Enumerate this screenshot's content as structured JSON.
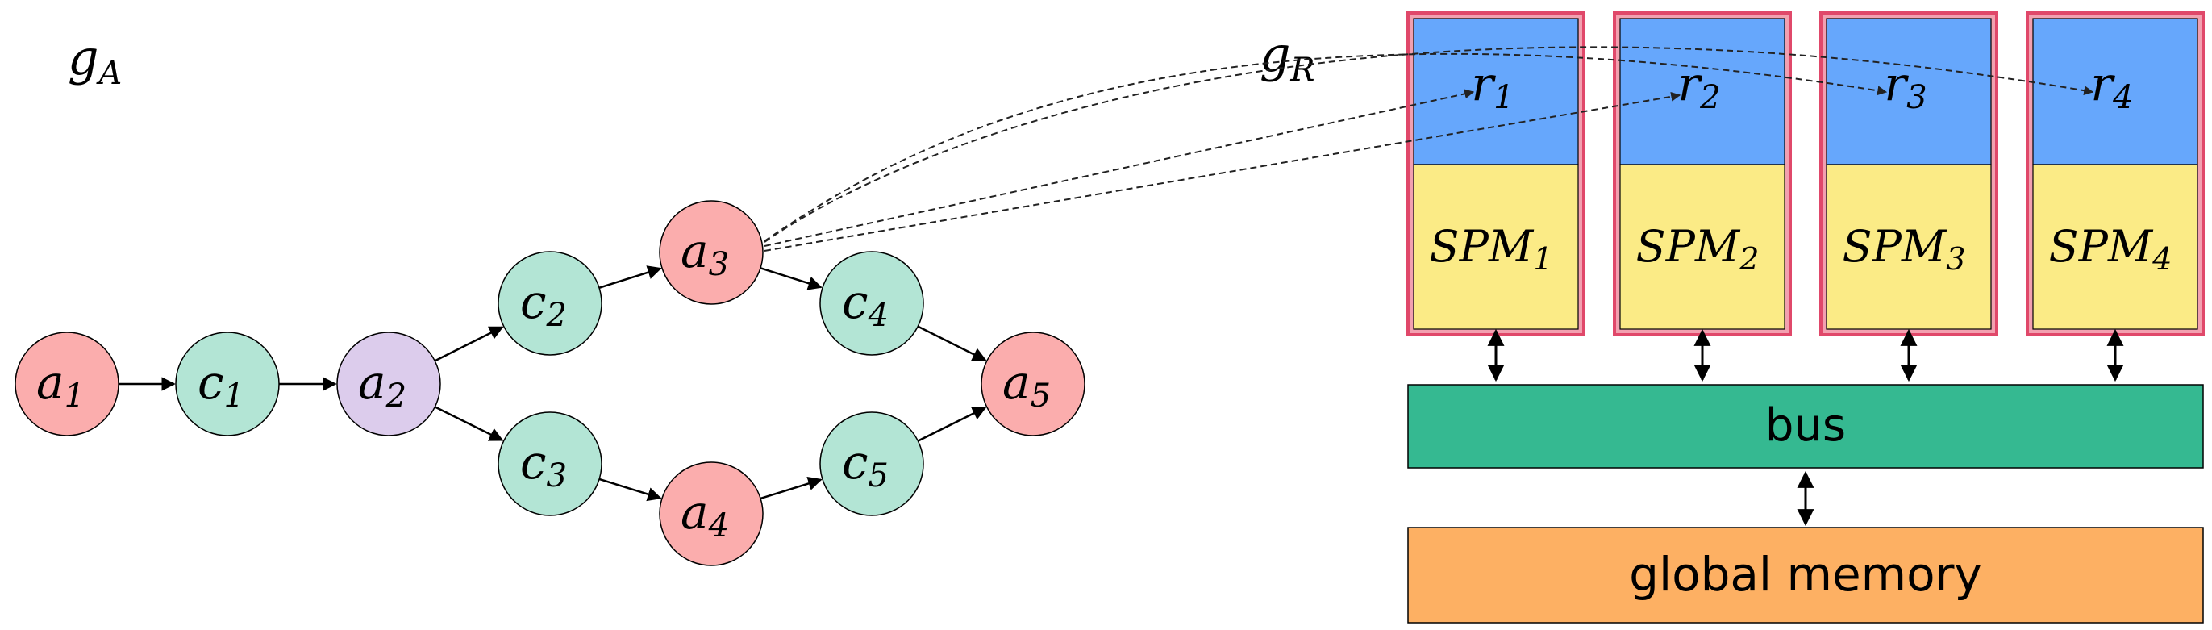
{
  "graph_app": {
    "label": "g",
    "label_sub": "A",
    "nodes": [
      {
        "id": "a1",
        "name": "a",
        "sub": "1",
        "kind": "actor",
        "fill": "#FBADAD"
      },
      {
        "id": "c1",
        "name": "c",
        "sub": "1",
        "kind": "channel",
        "fill": "#B3E5D5"
      },
      {
        "id": "a2",
        "name": "a",
        "sub": "2",
        "kind": "actor-alt",
        "fill": "#DCCCEC"
      },
      {
        "id": "c2",
        "name": "c",
        "sub": "2",
        "kind": "channel",
        "fill": "#B3E5D5"
      },
      {
        "id": "c3",
        "name": "c",
        "sub": "3",
        "kind": "channel",
        "fill": "#B3E5D5"
      },
      {
        "id": "a3",
        "name": "a",
        "sub": "3",
        "kind": "actor",
        "fill": "#FBADAD"
      },
      {
        "id": "a4",
        "name": "a",
        "sub": "4",
        "kind": "actor",
        "fill": "#FBADAD"
      },
      {
        "id": "c4",
        "name": "c",
        "sub": "4",
        "kind": "channel",
        "fill": "#B3E5D5"
      },
      {
        "id": "c5",
        "name": "c",
        "sub": "5",
        "kind": "channel",
        "fill": "#B3E5D5"
      },
      {
        "id": "a5",
        "name": "a",
        "sub": "5",
        "kind": "actor",
        "fill": "#FBADAD"
      }
    ],
    "edges": [
      [
        "a1",
        "c1"
      ],
      [
        "c1",
        "a2"
      ],
      [
        "a2",
        "c2"
      ],
      [
        "a2",
        "c3"
      ],
      [
        "c2",
        "a3"
      ],
      [
        "c3",
        "a4"
      ],
      [
        "a3",
        "c4"
      ],
      [
        "a4",
        "c5"
      ],
      [
        "c4",
        "a5"
      ],
      [
        "c5",
        "a5"
      ]
    ],
    "mapping_edges": [
      [
        "a3",
        "r1"
      ],
      [
        "a3",
        "r2"
      ],
      [
        "a3",
        "r3"
      ],
      [
        "a3",
        "r4"
      ]
    ]
  },
  "graph_arch": {
    "label": "g",
    "label_sub": "R",
    "processors": [
      {
        "id": "r1",
        "r_name": "r",
        "r_sub": "1",
        "spm_name": "SPM",
        "spm_sub": "1"
      },
      {
        "id": "r2",
        "r_name": "r",
        "r_sub": "2",
        "spm_name": "SPM",
        "spm_sub": "2"
      },
      {
        "id": "r3",
        "r_name": "r",
        "r_sub": "3",
        "spm_name": "SPM",
        "spm_sub": "3"
      },
      {
        "id": "r4",
        "r_name": "r",
        "r_sub": "4",
        "spm_name": "SPM",
        "spm_sub": "4"
      }
    ],
    "bus_label": "bus",
    "memory_label": "global memory"
  },
  "colors": {
    "actor": "#FBADAD",
    "channel": "#B3E5D5",
    "actor_alt": "#DCCCEC",
    "processor_border": "#E0486A",
    "processor_frame": "#F2A0B0",
    "register": "#66A7FC",
    "spm": "#FBEB86",
    "bus": "#35B991",
    "memory": "#FDB063"
  }
}
